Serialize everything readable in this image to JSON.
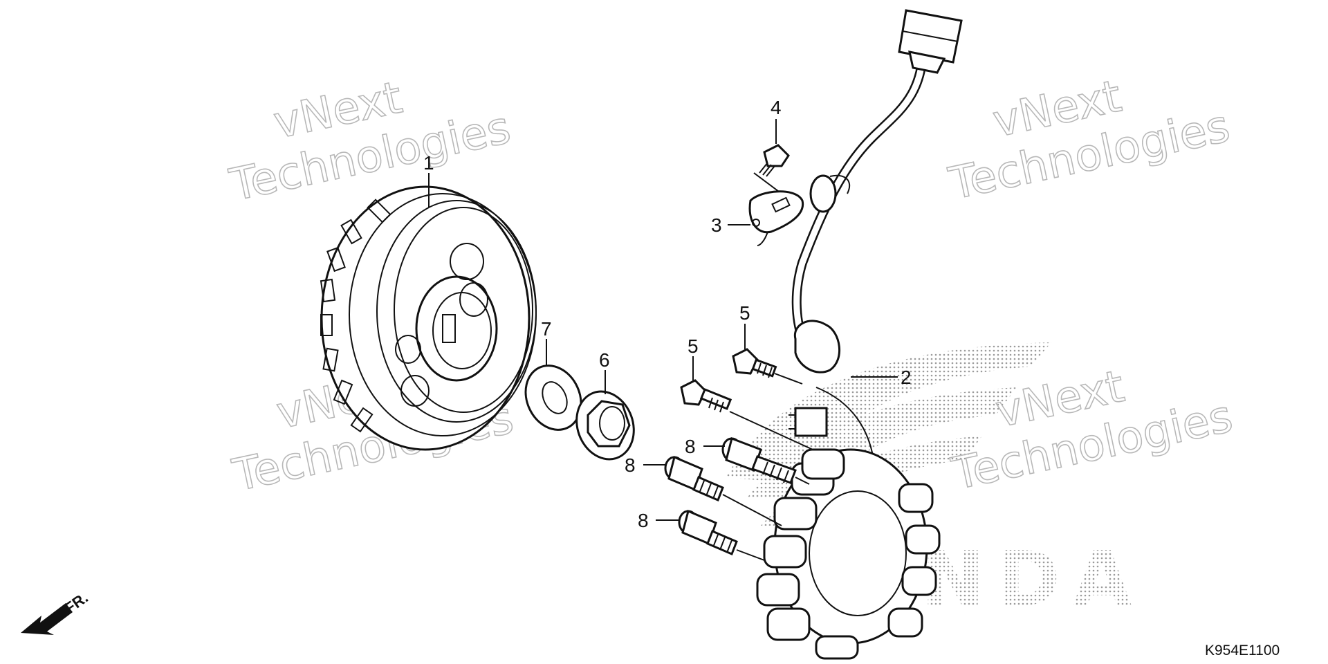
{
  "watermark": {
    "line1": "vNext",
    "line2": "Technologies"
  },
  "brand_mark": "HONDA",
  "diagram_code": "K954E1100",
  "direction": {
    "label": "FR."
  },
  "callouts": [
    {
      "id": "c1",
      "label": "1"
    },
    {
      "id": "c2",
      "label": "2"
    },
    {
      "id": "c3",
      "label": "3"
    },
    {
      "id": "c4",
      "label": "4"
    },
    {
      "id": "c5a",
      "label": "5"
    },
    {
      "id": "c5b",
      "label": "5"
    },
    {
      "id": "c6",
      "label": "6"
    },
    {
      "id": "c7",
      "label": "7"
    },
    {
      "id": "c8a",
      "label": "8"
    },
    {
      "id": "c8b",
      "label": "8"
    },
    {
      "id": "c8c",
      "label": "8"
    }
  ]
}
